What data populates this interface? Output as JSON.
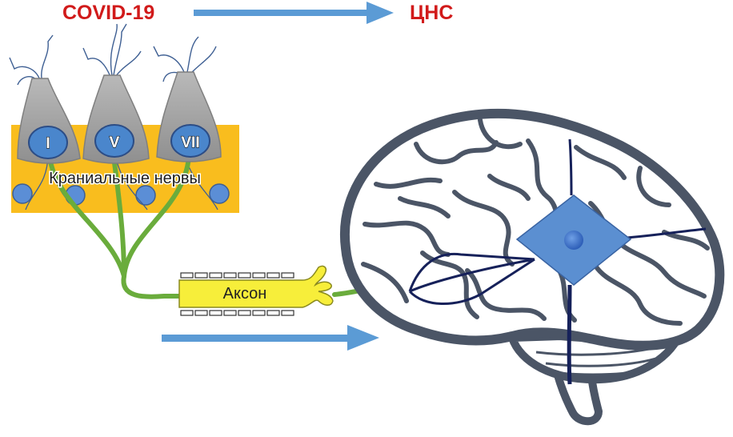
{
  "header": {
    "source": "COVID-19",
    "target": "ЦНС"
  },
  "neurons": [
    {
      "label": "I"
    },
    {
      "label": "V"
    },
    {
      "label": "VII"
    }
  ],
  "nerve_block": {
    "label": "Краниальные нервы"
  },
  "axon": {
    "label": "Аксон"
  },
  "colors": {
    "title_red": "#d11a1a",
    "arrow_blue": "#5b9bd5",
    "nerve_block": "#f9bd1e",
    "neuron_body": "#a6a6a6",
    "nucleus": "#4a86cc",
    "nerve_fiber": "#6aac3c",
    "axon": "#f7ee3a",
    "brain_outline": "#4b5566",
    "pathway": "#16215a",
    "diamond": "#5b8fd1"
  },
  "icons": [
    "arrow-right-icon",
    "neuron-icon",
    "brain-icon"
  ]
}
